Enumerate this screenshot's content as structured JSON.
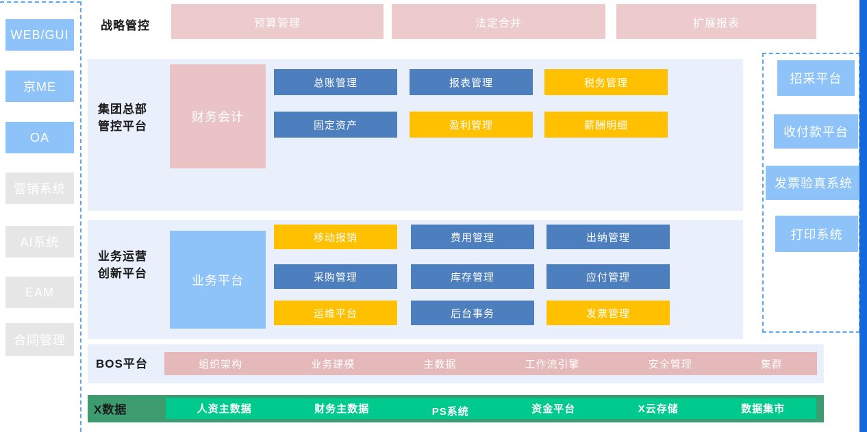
{
  "colors": {
    "sky": "#8DC3F8",
    "gray": "#E6E6E6",
    "pink": "#EDCACB",
    "pink_deep": "#E9C3C5",
    "pink_bar": "#E5B8BA",
    "steel": "#4D7EBD",
    "yellow": "#FFC000",
    "section_bg": "#E9F0FC",
    "green_band": "#3C9B6F",
    "mint_bar": "#00C98E",
    "edge_bar": "#1568DB",
    "dash": "#57A6F3"
  },
  "left_panel": {
    "items": [
      {
        "label": "WEB/GUI",
        "variant": "sky"
      },
      {
        "label": "京ME",
        "variant": "sky"
      },
      {
        "label": "OA",
        "variant": "sky"
      },
      {
        "label": "营销系统",
        "variant": "gray"
      },
      {
        "label": "AI系统",
        "variant": "gray"
      },
      {
        "label": "EAM",
        "variant": "gray"
      },
      {
        "label": "合同管理",
        "variant": "gray"
      }
    ]
  },
  "strategy_row": {
    "label": "战略管控",
    "boxes": [
      {
        "label": "预算管理",
        "variant": "pink"
      },
      {
        "label": "法定合并",
        "variant": "pink"
      },
      {
        "label": "扩展报表",
        "variant": "pink"
      }
    ]
  },
  "group_section": {
    "label_line1": "集团总部",
    "label_line2": "管控平台",
    "side_box": {
      "label": "财务会计",
      "variant": "pink_deep"
    },
    "modules": [
      {
        "label": "总账管理",
        "variant": "steel"
      },
      {
        "label": "报表管理",
        "variant": "steel"
      },
      {
        "label": "税务管理",
        "variant": "yellow"
      },
      {
        "label": "固定资产",
        "variant": "steel"
      },
      {
        "label": "盈利管理",
        "variant": "yellow"
      },
      {
        "label": "薪酬明细",
        "variant": "yellow"
      }
    ]
  },
  "business_section": {
    "label_line1": "业务运营",
    "label_line2": "创新平台",
    "side_box": {
      "label": "业务平台",
      "variant": "sky"
    },
    "modules": [
      {
        "label": "移动报销",
        "variant": "yellow"
      },
      {
        "label": "费用管理",
        "variant": "steel"
      },
      {
        "label": "出纳管理",
        "variant": "steel"
      },
      {
        "label": "采购管理",
        "variant": "steel"
      },
      {
        "label": "库存管理",
        "variant": "steel"
      },
      {
        "label": "应付管理",
        "variant": "steel"
      },
      {
        "label": "运维平台",
        "variant": "yellow"
      },
      {
        "label": "后台事务",
        "variant": "steel"
      },
      {
        "label": "发票管理",
        "variant": "yellow"
      }
    ]
  },
  "bos_row": {
    "label": "BOS平台",
    "items": [
      "组织架构",
      "业务建模",
      "主数据",
      "工作流引擎",
      "安全管理",
      "集群"
    ]
  },
  "data_row": {
    "label": "X数据",
    "items": [
      "人资主数据",
      "财务主数据",
      "PS系统",
      "资金平台",
      "X云存储",
      "数据集市"
    ]
  },
  "right_panel": {
    "items": [
      {
        "label": "招采平台",
        "variant": "sky"
      },
      {
        "label": "收付款平台",
        "variant": "sky"
      },
      {
        "label": "发票验真系统",
        "variant": "sky"
      },
      {
        "label": "打印系统",
        "variant": "sky"
      }
    ]
  }
}
